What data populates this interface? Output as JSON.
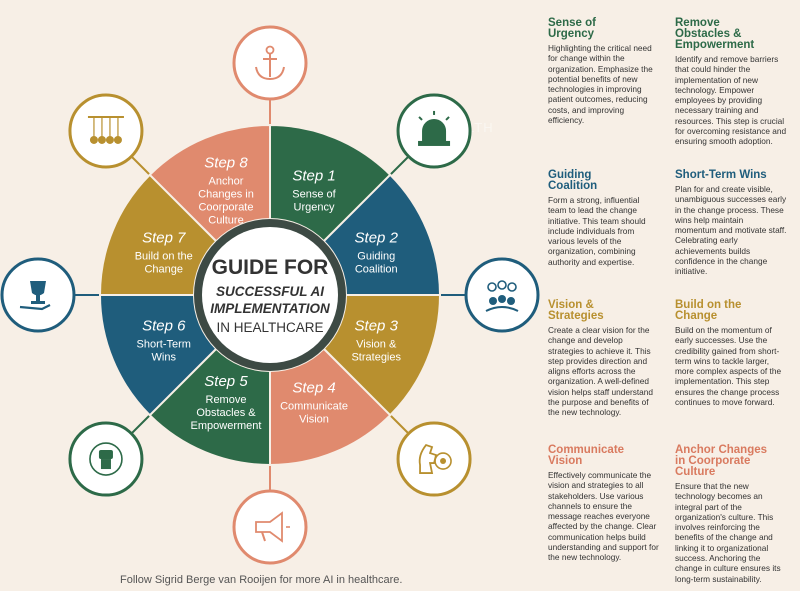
{
  "center": {
    "line1": "GUIDE FOR",
    "line2": "SUCCESSFUL AI",
    "line3": "IMPLEMENTATION",
    "line4": "IN HEALTHCARE"
  },
  "watermark": "EIR HEALTH",
  "colors": {
    "green": "#2d6a48",
    "blue": "#1f5d7c",
    "gold": "#b8902f",
    "salmon": "#e08a6e",
    "background": "#f7efe6"
  },
  "steps": [
    {
      "step": "Step 1",
      "line1": "Sense of",
      "line2": "Urgency",
      "line3": "",
      "line4": "",
      "color": "#2d6a48",
      "icon": "alarm-siren-icon"
    },
    {
      "step": "Step 2",
      "line1": "Guiding",
      "line2": "Coalition",
      "line3": "",
      "line4": "",
      "color": "#1f5d7c",
      "icon": "team-icon"
    },
    {
      "step": "Step 3",
      "line1": "Vision &",
      "line2": "Strategies",
      "line3": "",
      "line4": "",
      "color": "#b8902f",
      "icon": "chess-knight-target-icon"
    },
    {
      "step": "Step 4",
      "line1": "Communicate",
      "line2": "Vision",
      "line3": "",
      "line4": "",
      "color": "#e08a6e",
      "icon": "megaphone-icon"
    },
    {
      "step": "Step 5",
      "line1": "Remove",
      "line2": "Obstacles &",
      "line3": "Empowerment",
      "line4": "",
      "color": "#2d6a48",
      "icon": "raised-fist-icon"
    },
    {
      "step": "Step 6",
      "line1": "Short-Term",
      "line2": "Wins",
      "line3": "",
      "line4": "",
      "color": "#1f5d7c",
      "icon": "trophy-hand-icon"
    },
    {
      "step": "Step 7",
      "line1": "Build on the",
      "line2": "Change",
      "line3": "",
      "line4": "",
      "color": "#b8902f",
      "icon": "newtons-cradle-icon"
    },
    {
      "step": "Step 8",
      "line1": "Anchor",
      "line2": "Changes in",
      "line3": "Coorporate",
      "line4": "Culture",
      "color": "#e08a6e",
      "icon": "anchor-icon"
    }
  ],
  "cards": {
    "sense": {
      "title": [
        "Sense of",
        "Urgency"
      ],
      "text": "Highlighting the critical need for change within the organization. Emphasize the potential benefits of new technologies in improving patient outcomes, reducing costs, and improving efficiency."
    },
    "remove": {
      "title": [
        "Remove",
        "Obstacles &",
        "Empowerment"
      ],
      "text": "Identify and remove barriers that could hinder the implementation of new technology. Empower employees by providing necessary training and resources. This step is crucial for overcoming resistance and ensuring smooth adoption."
    },
    "guiding": {
      "title": [
        "Guiding",
        "Coalition"
      ],
      "text": "Form a strong, influential team to lead the change initiative. This team should include individuals from various levels of the organization, combining authority and expertise."
    },
    "short": {
      "title": [
        "Short-Term Wins"
      ],
      "text": "Plan for and create visible, unambiguous successes early in the change process. These wins help maintain momentum and motivate staff. Celebrating early achievements builds confidence in the change initiative."
    },
    "vision": {
      "title": [
        "Vision &",
        "Strategies"
      ],
      "text": "Create a clear vision for the change and develop strategies to achieve it. This step provides direction and aligns efforts across the organization. A well-defined vision helps staff understand the purpose and benefits of the new technology."
    },
    "build": {
      "title": [
        "Build on the",
        "Change"
      ],
      "text": "Build on the momentum of early successes. Use the credibility gained from short-term wins to tackle larger, more complex aspects of the implementation. This step ensures the change process continues to move forward."
    },
    "communicate": {
      "title": [
        "Communicate",
        "Vision"
      ],
      "text": "Effectively communicate the vision and strategies to all stakeholders. Use various channels to ensure the message reaches everyone affected by the change. Clear communication helps build understanding and support for the new technology."
    },
    "anchor": {
      "title": [
        "Anchor Changes",
        "in Coorporate",
        "Culture"
      ],
      "text": "Ensure that the new technology becomes an integral part of the organization's culture. This involves reinforcing the benefits of the change and linking it to organizational success. Anchoring the change in culture ensures its long-term sustainability."
    }
  },
  "footer": "Follow Sigrid Berge van Rooijen for more AI in healthcare."
}
